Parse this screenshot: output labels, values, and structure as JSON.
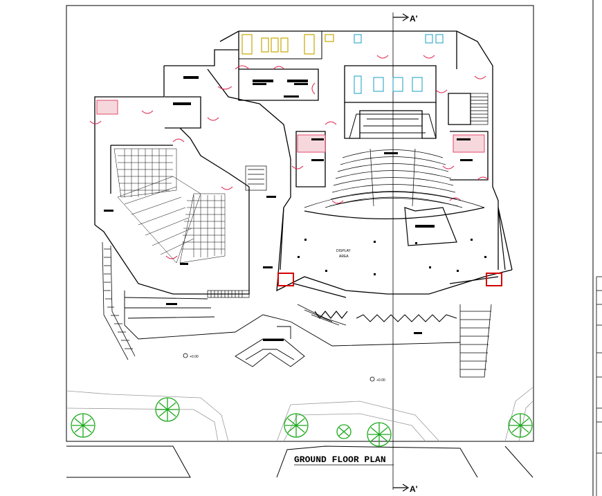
{
  "drawing": {
    "title": "GROUND FLOOR PLAN",
    "section_marker": "A'",
    "hall_label_1": "DISPLAY",
    "hall_label_2": "AREA",
    "level_mark": "+0.00"
  },
  "colors": {
    "line": "#000000",
    "furniture": "#c8a800",
    "doors": "#e0204a",
    "fixtures": "#2aa6c8",
    "red_block": "#d40000",
    "trees": "#1aa81a",
    "site_line": "#9a9a9a",
    "background": "#ffffff"
  }
}
